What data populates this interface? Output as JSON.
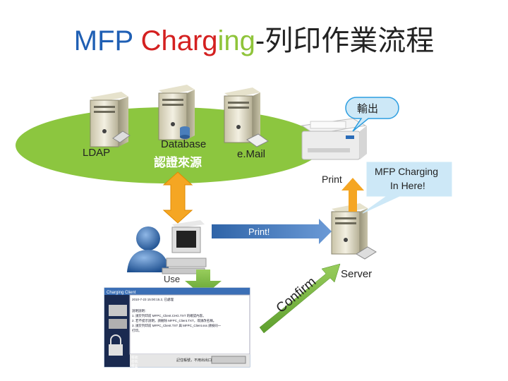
{
  "title": {
    "part1": "MFP ",
    "part2": "Charg",
    "part3": "ing",
    "part4": "-列印作業流程",
    "colors": {
      "part1": "#1f5fb4",
      "part2": "#d42020",
      "part3": "#8fc43a",
      "part4": "#222222"
    }
  },
  "labels": {
    "ldap": "LDAP",
    "database": "Database",
    "auth_source": "認證來源",
    "email": "e.Mail",
    "output_callout": "輸出",
    "mfp_callout_line1": "MFP Charging",
    "mfp_callout_line2": "In Here!",
    "print_small": "Print",
    "print_arrow": "Print!",
    "server": "Server",
    "user": "Use",
    "confirm": "Confirm"
  },
  "client_window": {
    "title": "Charging Client",
    "log_lines": [
      "2010-7-23 15:00:15.2, 已處理",
      "說明說明：",
      "1. 請於列印前 MFPC_Client.CHG.TXT 的確認內容。",
      "2. 若不提示說明，請刪除 MFPC_Client.TXT，或請改名稱。",
      "3. 請於列印前 MFPC_Client.TXT 與 MFPC_Client.sss 請按同一",
      "   打印。"
    ],
    "footer_option": "記住帳號，不用出出口",
    "footer_fields": [
      "帳號:",
      "密碼:",
      "備註:"
    ]
  },
  "colors": {
    "ellipse": "#8cc63f",
    "arrow_orange": "#f5a623",
    "arrow_blue": "#4a7ebb",
    "arrow_green": "#77b543",
    "callout_fill": "#cde8f7",
    "callout_stroke": "#2b9de0"
  }
}
